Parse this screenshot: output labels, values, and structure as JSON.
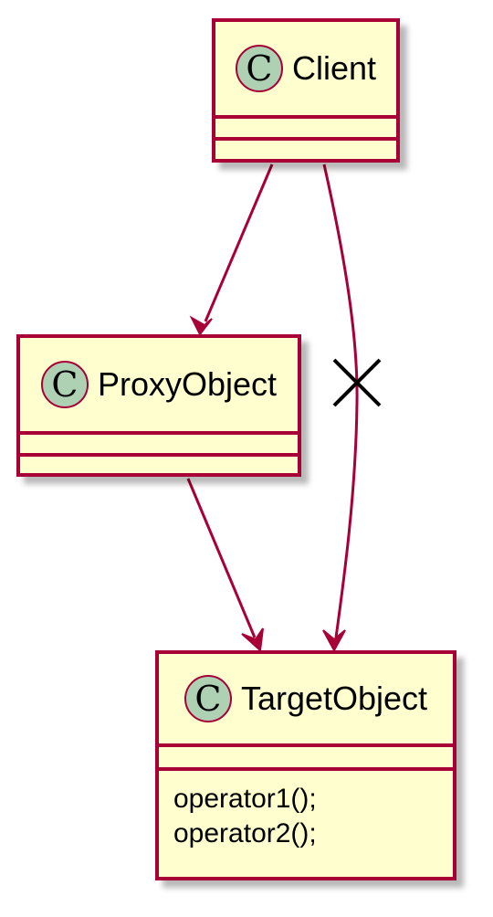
{
  "diagram": {
    "classes": [
      {
        "id": "client",
        "stereotype_letter": "C",
        "name": "Client",
        "attributes": [],
        "methods": []
      },
      {
        "id": "proxy",
        "stereotype_letter": "C",
        "name": "ProxyObject",
        "attributes": [],
        "methods": []
      },
      {
        "id": "target",
        "stereotype_letter": "C",
        "name": "TargetObject",
        "attributes": [],
        "methods": [
          "operator1();",
          "operator2();"
        ]
      }
    ],
    "relations": [
      {
        "from": "Client",
        "to": "ProxyObject",
        "type": "association-arrow"
      },
      {
        "from": "ProxyObject",
        "to": "TargetObject",
        "type": "association-arrow"
      },
      {
        "from": "Client",
        "to": "TargetObject",
        "type": "association-arrow",
        "marker": "cross-icon"
      }
    ],
    "colors": {
      "class_fill": "#fefece",
      "class_border": "#a80036",
      "circle_fill": "#add1b2",
      "edge": "#a80036",
      "cross": "#000000"
    }
  }
}
